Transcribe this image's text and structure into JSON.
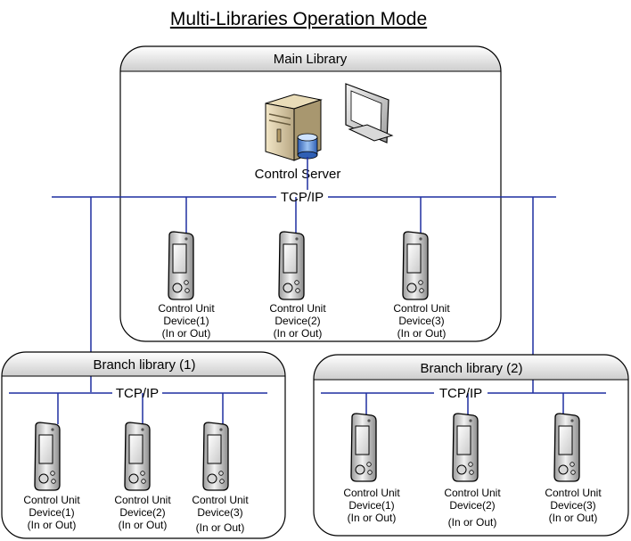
{
  "title": "Multi-Libraries Operation Mode",
  "colors": {
    "network": "#1f2fa0",
    "box_stroke": "#000000",
    "box_header_top": "#ffffff",
    "box_header_bottom": "#cfcfcf"
  },
  "main": {
    "label": "Main Library",
    "server_label": "Control Server",
    "network_label": "TCP/IP",
    "devices": [
      {
        "line1": "Control Unit",
        "line2": "Device(1)",
        "line3": "(In or Out)"
      },
      {
        "line1": "Control Unit",
        "line2": "Device(2)",
        "line3": "(In or Out)"
      },
      {
        "line1": "Control Unit",
        "line2": "Device(3)",
        "line3": "(In or Out)"
      }
    ]
  },
  "branch1": {
    "label": "Branch library (1)",
    "network_label": "TCP/IP",
    "devices": [
      {
        "line1": "Control Unit",
        "line2": "Device(1)",
        "line3": "(In or Out)"
      },
      {
        "line1": "Control Unit",
        "line2": "Device(2)",
        "line3": "(In or Out)"
      },
      {
        "line1": "Control Unit",
        "line2": "Device(3)",
        "line3": "(In or Out)"
      }
    ]
  },
  "branch2": {
    "label": "Branch library (2)",
    "network_label": "TCP/IP",
    "devices": [
      {
        "line1": "Control Unit",
        "line2": "Device(1)",
        "line3": "(In or Out)"
      },
      {
        "line1": "Control Unit",
        "line2": "Device(2)",
        "line3": "(In or Out)"
      },
      {
        "line1": "Control Unit",
        "line2": "Device(3)",
        "line3": "(In or Out)"
      }
    ]
  }
}
